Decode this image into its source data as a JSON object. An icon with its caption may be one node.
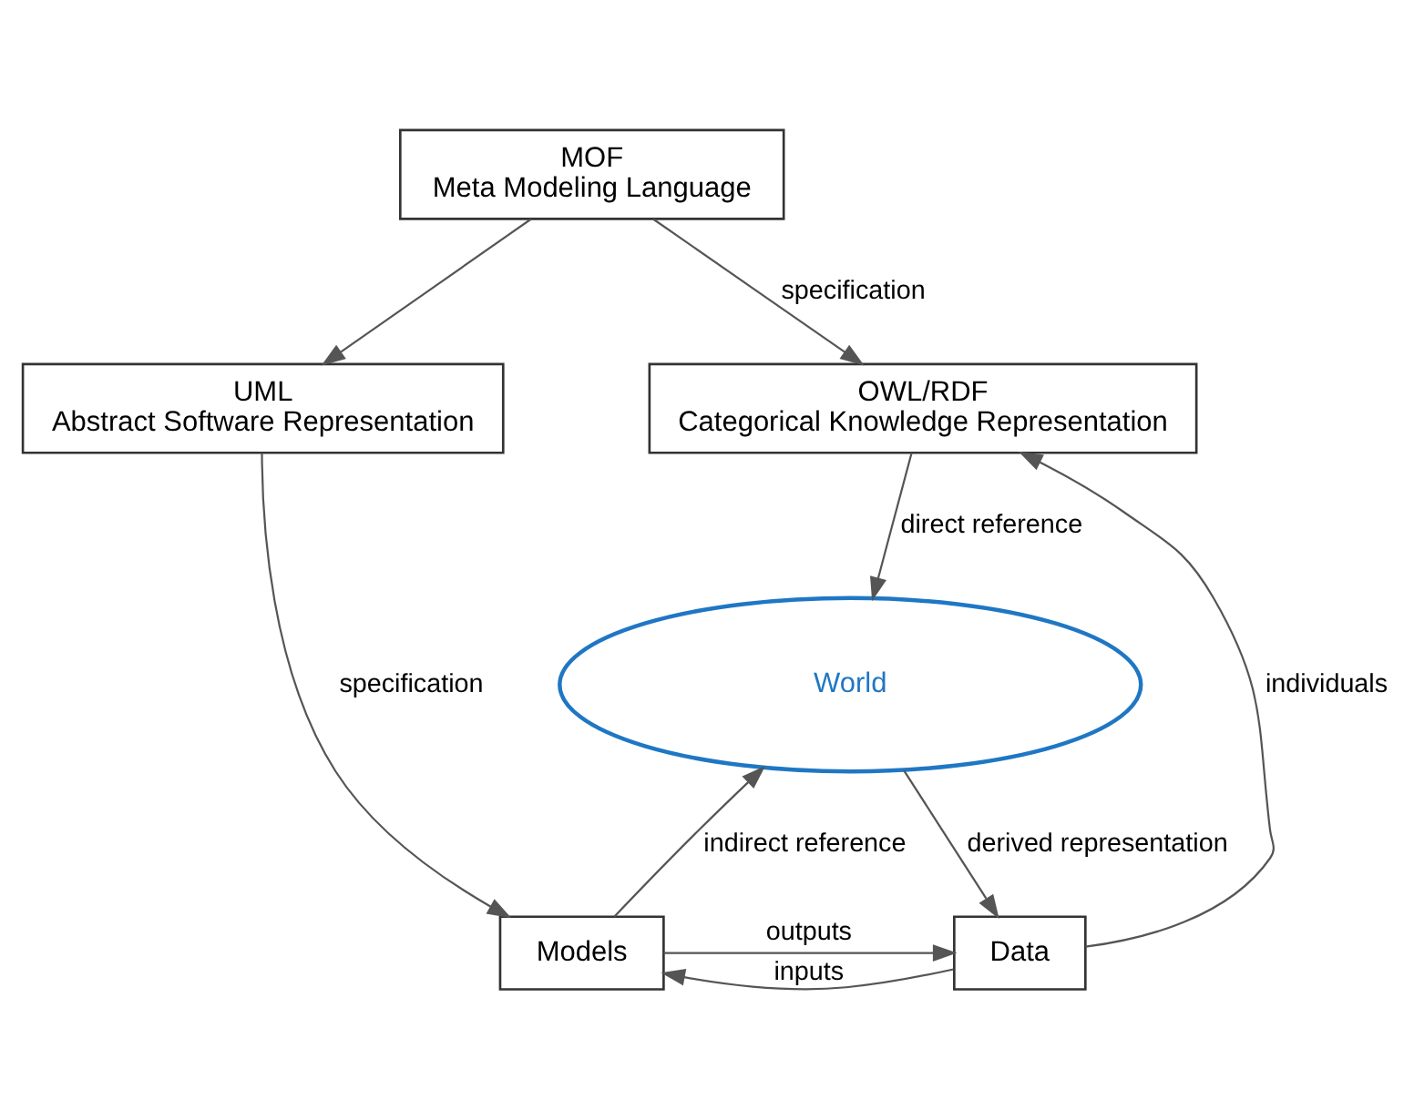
{
  "diagram": {
    "nodes": [
      {
        "text": [
          "MOF",
          "Meta Modeling Language"
        ]
      },
      {
        "text": [
          "OWL/RDF",
          "Categorical Knowledge Representation"
        ]
      },
      {
        "text": [
          "UML",
          "Abstract Software Representation"
        ]
      },
      {
        "text": [
          "Data"
        ]
      },
      {
        "text": [
          "Models"
        ]
      },
      {
        "text": [
          "World"
        ]
      }
    ],
    "edges": [
      {
        "from": 0,
        "to": 1,
        "arrow": "to",
        "label": "specification"
      },
      {
        "from": 0,
        "to": 2,
        "arrow": "to"
      },
      {
        "from": 3,
        "to": 1,
        "arrow": "to",
        "label": "individuals"
      },
      {
        "from": 2,
        "to": 4,
        "arrow": "to",
        "label": "specification"
      },
      {
        "from": 3,
        "to": 4,
        "arrow": "to",
        "label": "inputs"
      },
      {
        "from": 4,
        "to": 3,
        "arrow": "to",
        "label": "outputs"
      },
      {
        "from": 5,
        "to": 3,
        "arrow": "to",
        "label": "derived representation"
      },
      {
        "from": 4,
        "to": 5,
        "arrow": "to",
        "label": "indirect reference"
      },
      {
        "from": 1,
        "to": 5,
        "arrow": "to",
        "label": "direct reference"
      }
    ]
  }
}
